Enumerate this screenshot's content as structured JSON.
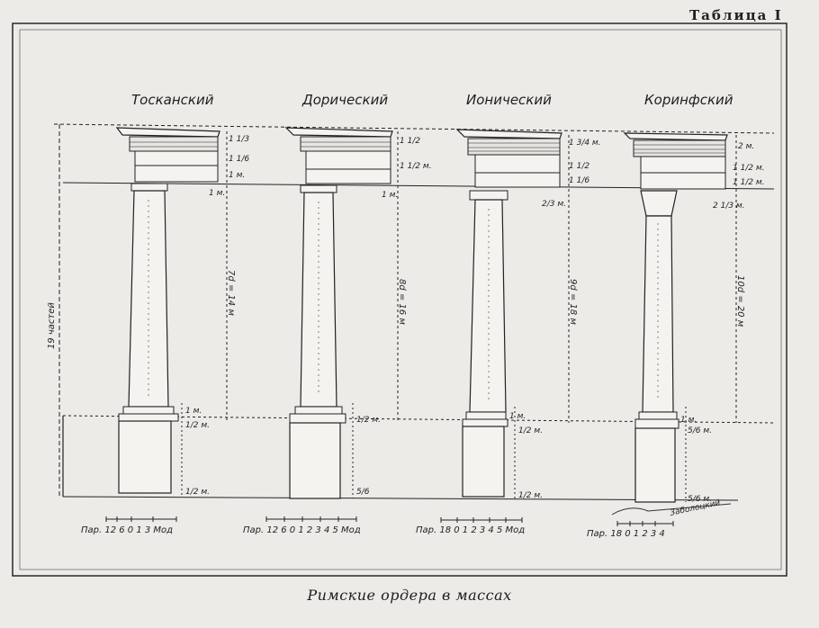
{
  "sheet": {
    "table_label": "Таблица I",
    "caption": "Римские ордера в массах",
    "total_height_label": "19 частей"
  },
  "orders": [
    {
      "name": "Тосканский",
      "dims": [
        "1 1/3",
        "1 1/6",
        "1 м.",
        "1 м.",
        "1 м.",
        "1/2 м.",
        "1/2 м."
      ],
      "shaft_height": "7d = 14 м",
      "scale": "Пар. 12 6 0   1      3 Мод"
    },
    {
      "name": "Дорический",
      "dims": [
        "1 1/2",
        "1 1/2 м.",
        "1 м.",
        "1/2 м.",
        "5/6"
      ],
      "shaft_height": "8d = 16 м",
      "scale": "Пар. 12 6 0  1  2  3  4  5 Мод"
    },
    {
      "name": "Ионический",
      "dims": [
        "1 3/4 м.",
        "1 1/2",
        "1 1/6",
        "2/3 м.",
        "1 м.",
        "1/2 м.",
        "1/2 м."
      ],
      "shaft_height": "9d = 18 м",
      "scale": "Пар. 18  0  1  2  3  4  5 Мод"
    },
    {
      "name": "Коринфский",
      "dims": [
        "2 м.",
        "1 1/2 м.",
        "1 1/2 м.",
        "2 1/3 м.",
        "1 м.",
        "5/6 м.",
        "5/6 м."
      ],
      "shaft_height": "10d = 20 м",
      "scale": "Пар. 18  0  1  2  3  4"
    }
  ],
  "signature": "Заболоцкий"
}
